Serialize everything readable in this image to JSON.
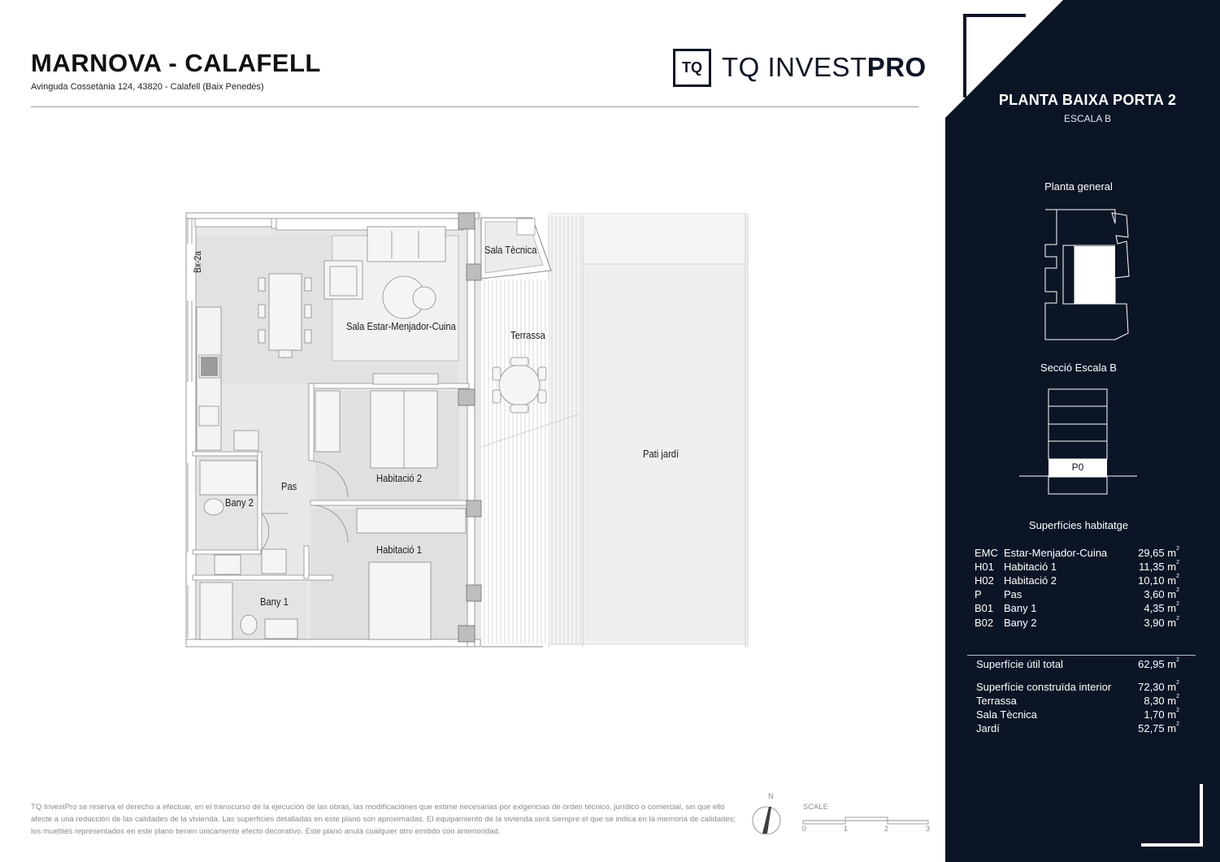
{
  "header": {
    "title": "MARNOVA - CALAFELL",
    "address": "Avinguda Cossetània 124, 43820 - Calafell (Baix Penedès)"
  },
  "logo": {
    "monogram": "TQ",
    "text_light": "TQ INVEST",
    "text_bold": "PRO"
  },
  "panel": {
    "title": "PLANTA BAIXA PORTA 2",
    "subtitle": "ESCALA B",
    "general_label": "Planta general",
    "section_label": "Secció Escala B",
    "section_floor": "P0",
    "surfaces_label": "Superfícies habitatge",
    "surfaces": [
      {
        "code": "EMC",
        "name": "Estar-Menjador-Cuina",
        "value": "29,65 m",
        "unit_sup": "2"
      },
      {
        "code": "H01",
        "name": "Habitació 1",
        "value": "11,35 m",
        "unit_sup": "2"
      },
      {
        "code": "H02",
        "name": "Habitació 2",
        "value": "10,10 m",
        "unit_sup": "2"
      },
      {
        "code": "P",
        "name": "Pas",
        "value": "3,60 m",
        "unit_sup": "2"
      },
      {
        "code": "B01",
        "name": "Bany 1",
        "value": "4,35 m",
        "unit_sup": "2"
      },
      {
        "code": "B02",
        "name": "Bany 2",
        "value": "3,90 m",
        "unit_sup": "2"
      }
    ],
    "useful_total": {
      "name": "Superfície útil total",
      "value": "62,95 m",
      "unit_sup": "2"
    },
    "totals": [
      {
        "name": "Superfície construïda interior",
        "value": "72,30 m",
        "unit_sup": "2"
      },
      {
        "name": "Terrassa",
        "value": "8,30 m",
        "unit_sup": "2"
      },
      {
        "name": "Sala Tècnica",
        "value": "1,70 m",
        "unit_sup": "2"
      },
      {
        "name": "Jardí",
        "value": "52,75 m",
        "unit_sup": "2"
      }
    ],
    "bg_color": "#0c1526"
  },
  "plan": {
    "rooms": {
      "living": "Sala Estar-Menjador-Cuina",
      "tech": "Sala Tècnica",
      "terrace": "Terrassa",
      "garden": "Pati jardí",
      "bedroom2": "Habitació 2",
      "bedroom1": "Habitació 1",
      "hall": "Pas",
      "bath2": "Bany 2",
      "bath1": "Bany 1",
      "box": "Bx-2a"
    }
  },
  "footer": {
    "disclaimer": "TQ InvestPro se reserva el derecho a efectuar, en el transcurso de la ejecución de las obras, las modificaciones que estime necesarias por exigencias de orden técnico, jurídico o comercial, sin que ello afecte a una reducción de las calidades de la vivienda. Las superficies detalladas en este plano son aproximadas. El equipamiento de la vivienda será siempre el que se indica en la memoria de calidades; los muebles representados en este plano tienen únicamente efecto decorativo. Este plano anula cualquier otro emitido con anterioridad.",
    "north": "N",
    "scale_label": "SCALE",
    "scale_ticks": [
      "0",
      "1",
      "2",
      "3"
    ]
  }
}
